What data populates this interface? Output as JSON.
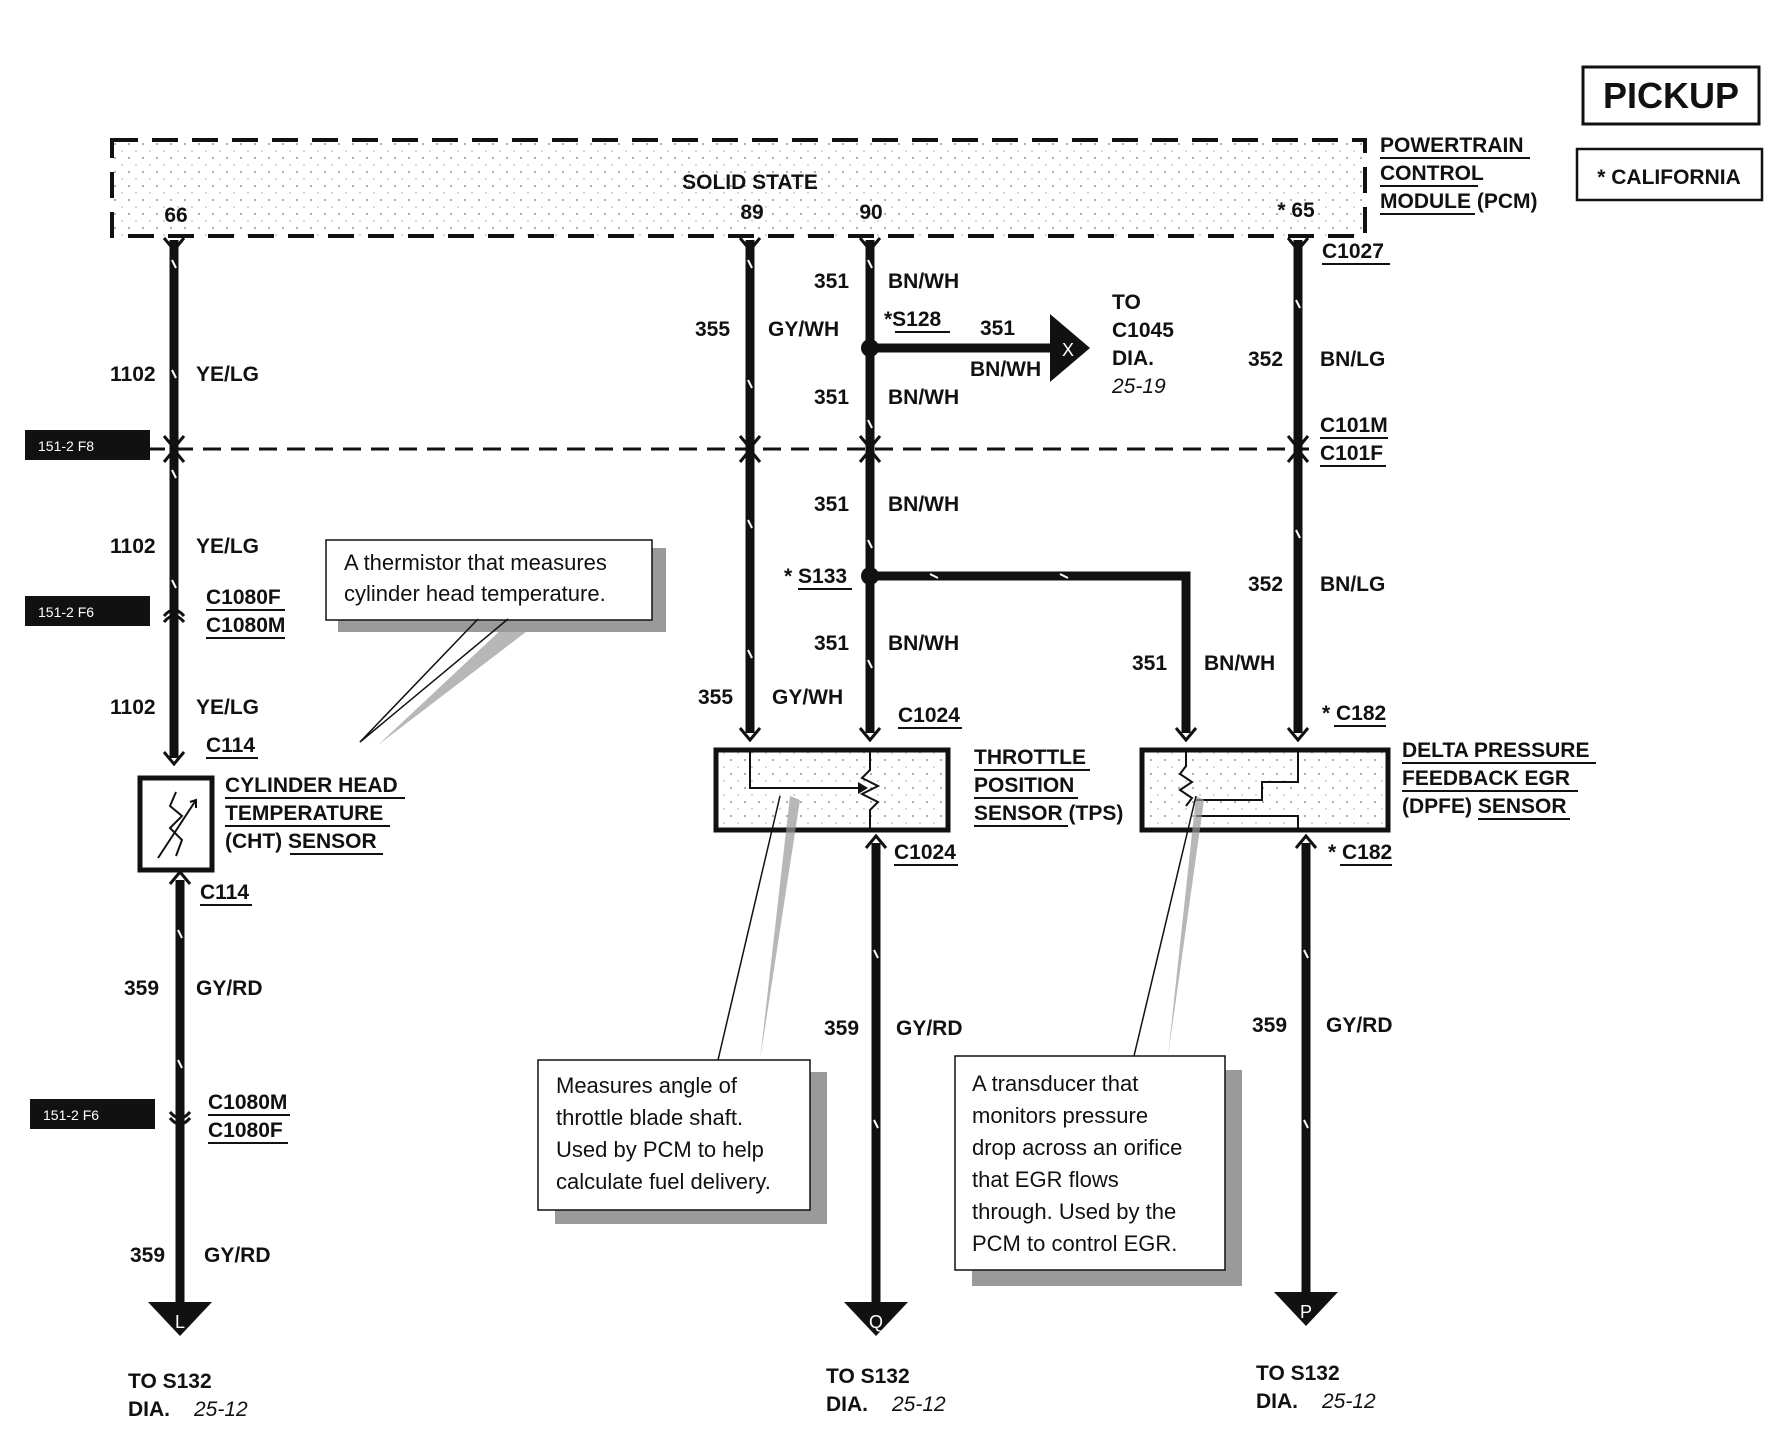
{
  "header": {
    "title": "PICKUP",
    "note": "* CALIFORNIA"
  },
  "pcm": {
    "name_lines": [
      "POWERTRAIN",
      "CONTROL",
      "MODULE (PCM)"
    ],
    "solid_state": "SOLID STATE",
    "pins": [
      "66",
      "89",
      "90",
      "* 65"
    ],
    "connector": "C1027"
  },
  "page_refs": [
    "151-2 F8",
    "151-2 F6",
    "151-2 F6"
  ],
  "wires": {
    "w1102": {
      "circuit": "1102",
      "color": "YE/LG"
    },
    "w355": {
      "circuit": "355",
      "color": "GY/WH"
    },
    "w351": {
      "circuit": "351",
      "color": "BN/WH"
    },
    "w352": {
      "circuit": "352",
      "color": "BN/LG"
    },
    "w359": {
      "circuit": "359",
      "color": "GY/RD"
    }
  },
  "splices": {
    "s128": "*S128",
    "s133": "* S133"
  },
  "connectors": {
    "c101m": "C101M",
    "c101f": "C101F",
    "c1080f": "C1080F",
    "c1080m": "C1080M",
    "c114": "C114",
    "c1024": "C1024",
    "c182": "* C182"
  },
  "offpage_x": {
    "letter": "X",
    "lines": [
      "TO",
      "C1045",
      "DIA."
    ],
    "dia": "25-19"
  },
  "sensors": {
    "cht": [
      "CYLINDER HEAD",
      "TEMPERATURE",
      "(CHT) SENSOR"
    ],
    "tps": [
      "THROTTLE",
      "POSITION",
      "SENSOR (TPS)"
    ],
    "dpfe": [
      "DELTA PRESSURE",
      "FEEDBACK EGR",
      "(DPFE) SENSOR"
    ]
  },
  "callouts": {
    "cht": [
      "A thermistor that measures",
      "cylinder head temperature."
    ],
    "tps": [
      "Measures angle of",
      "throttle blade shaft.",
      "Used by PCM to help",
      "calculate fuel delivery."
    ],
    "dpfe": [
      "A transducer that",
      "monitors pressure",
      "drop across an orifice",
      "that EGR flows",
      "through. Used by the",
      "PCM to control EGR."
    ]
  },
  "destinations": [
    {
      "letter": "L",
      "to": "TO S132",
      "dia_label": "DIA.",
      "dia": "25-12"
    },
    {
      "letter": "Q",
      "to": "TO S132",
      "dia_label": "DIA.",
      "dia": "25-12"
    },
    {
      "letter": "P",
      "to": "TO S132",
      "dia_label": "DIA.",
      "dia": "25-12"
    }
  ]
}
